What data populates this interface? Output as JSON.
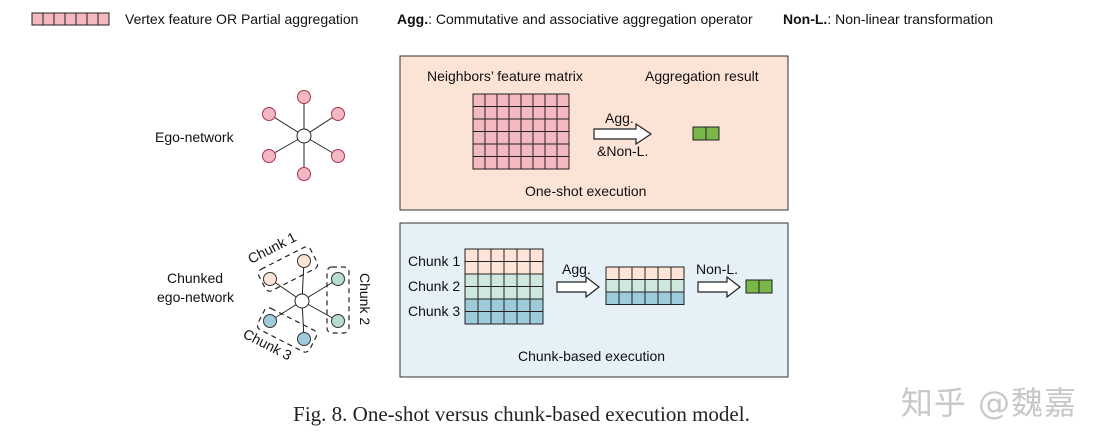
{
  "legend": {
    "vertex_label": "Vertex feature OR Partial aggregation",
    "agg_key": "Agg.",
    "agg_desc": ": Commutative and associative aggregation operator",
    "nonl_key": "Non-L.",
    "nonl_desc": ": Non-linear transformation"
  },
  "top_section": {
    "ego_label": "Ego-network",
    "matrix_title": "Neighbors’ feature matrix",
    "result_title": "Aggregation result",
    "arrow_label_1": "Agg.",
    "arrow_label_2": "&Non-L.",
    "execution_label": "One-shot execution"
  },
  "bottom_section": {
    "ego_label_1": "Chunked",
    "ego_label_2": "ego-network",
    "chunk_labels": [
      "Chunk 1",
      "Chunk 2",
      "Chunk 3"
    ],
    "agg_label": "Agg.",
    "nonl_label": "Non-L.",
    "execution_label": "Chunk-based execution"
  },
  "caption": "Fig. 8.  One-shot versus chunk-based execution model.",
  "watermark": "知乎 @魏嘉",
  "colors": {
    "pink": "#f4b8c1",
    "pink_node": "#f2b9c4",
    "peach": "#fde4d6",
    "mint": "#cfe8df",
    "blue": "#9ecbd9",
    "green": "#7ab648",
    "top_panel_bg": "#fbe3d6",
    "bottom_panel_bg": "#e5f1f6",
    "teal_node": "#b6dcd3"
  }
}
